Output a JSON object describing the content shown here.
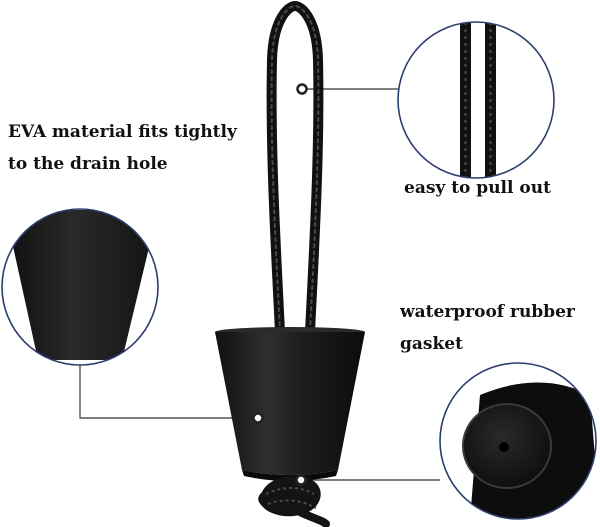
{
  "captions": {
    "eva_material": [
      "EVA material fits tightly",
      "to the drain hole"
    ],
    "easy_pull": [
      "easy to pull out"
    ],
    "rubber_gasket": [
      "waterproof rubber",
      "gasket"
    ]
  },
  "colors": {
    "background": "#ffffff",
    "plug": "#1a1a1a",
    "plug_highlight": "#3a3a3a",
    "rope": "#111111",
    "callout_line": "#555555",
    "callout_circle_stroke": "#2c3e70",
    "callout_dot_fill": "#ffffff"
  }
}
